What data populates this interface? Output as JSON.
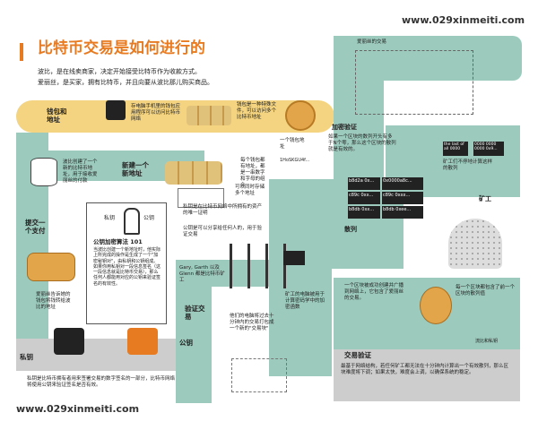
{
  "watermark_top": "www.029xinmeiti.com",
  "watermark_bottom": "www.029xinmeiti.com",
  "title": "比特币交易是如何进行的",
  "intro": [
    "波比，是在线卖商家，决定开始接受比特币作为收款方式。",
    "爱丽丝，是买家，拥有比特币，并且向要从波比那儿购买商品。"
  ],
  "colors": {
    "accent_orange": "#e77b22",
    "strip_teal": "#9ccbbd",
    "strip_yellow": "#f4d480",
    "strip_gray": "#cdcdcd",
    "paper": "#fbf6e8"
  },
  "labels": {
    "wallet_address": "钱包和地址",
    "new_address": "新建一个新地址",
    "submit_payment": "提交一个支付",
    "private_key": "私钥",
    "public_key": "公钥",
    "verify": "验证交易",
    "verification": "交易验证",
    "encrypt_verify": "加密验证",
    "hash": "散列",
    "miners": "矿工",
    "private_key_right": "私钥",
    "public_key_label": "公钥"
  },
  "notes": {
    "wallet_note_1": "存电脑手机里的钱包应用程序可以访问比特币网络",
    "wallet_note_2": "钱包是一种特殊文件，可以访问多个比特币地址",
    "address_note": "一个钱包地址",
    "address_code": "1HoSKGU4f...",
    "new_address_note": "波比创建了一个新的比特币地址，用于接收爱丽丝的付款",
    "address_is": "每个钱包都有地址，都是一串数字和字母的组合",
    "address_store": "可以同时存储多个地址",
    "pubkey_title": "公钥加密算法 101",
    "pubkey_text": "当波比创建一个新地址时，他实际上所完成的操作是生成了一个\"加密秘钥对\"，由私钥和公钥组成。如果你用私钥对一段信息签名（这一段信息就是比特币交易），那么任何人都能用对应的公钥来验证签名的有效性。",
    "gary_note": "Gary, Garth 以及 Glenn 都是比特币矿工",
    "miners_note": "他们的电脑将过去十分钟内的交易打包成一个新的\"交易块\"",
    "computer_note": "矿工的电脑被用于计算密码学中的加密函数",
    "hash_note": "如果一个区块的数列开头有多于N个零，那么这个区块的散列就是有效的。",
    "verify_note": "爱丽丝的交易",
    "payment_note": "爱丽丝告诉她的钱包将钱转给波比的地址",
    "private_note": "私钥是在比特币网络中所拥有的资产的唯一证明",
    "public_note": "公钥是可以分享给任何人的，用于验证交易",
    "bottom_text": "私钥是比特币拥有者用来签署交易的数字签名的一部分，比特币网络将使用公钥来验证签名是否有效。",
    "verification_text": "最基于网络结构，若任何矿工都无法在十分钟内计算出一个有效散列，那么区块难度将下调；如果太快，难度会上调，以确保系统的稳定。",
    "miner_right_note": "一个区块被成功创建并广播到网络上，它包含了爱丽丝的交易。",
    "block_note": "每一个区块都包含了前一个区块的散列值",
    "chain_note": "矿工们不停地计算这样的散列",
    "hash_results": [
      "0x0000a8c...",
      "c89c 0xxx...",
      "b8db 0xee..."
    ],
    "codes": [
      "0000 0000 0000 0x9...",
      "the last of all 0000",
      "b8d2a 0x...",
      "c89c 0xx...",
      "b8db 0xx..."
    ],
    "flow_note": "流比和私钥"
  }
}
